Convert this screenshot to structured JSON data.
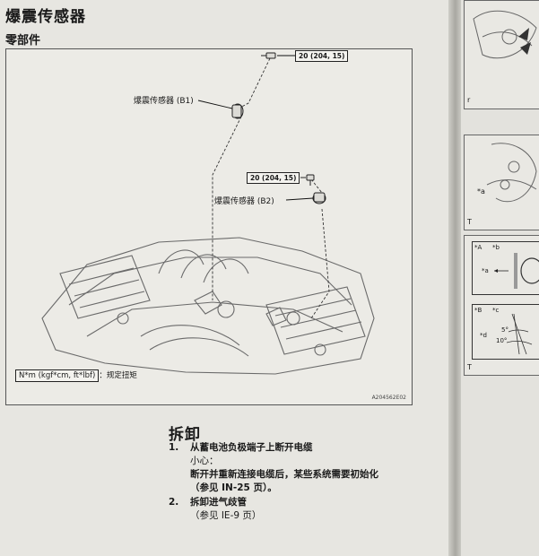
{
  "document": {
    "section_title": "爆震传感器",
    "subtitle": "零部件",
    "diagram": {
      "torque_tag_1": "20 (204, 15)",
      "torque_tag_2": "20 (204, 15)",
      "sensor_b1_label": "爆震传感器 (B1)",
      "sensor_b2_label": "爆震传感器 (B2)",
      "legend_unit": "N*m (kgf*cm, ft*lbf)",
      "legend_text": "：规定扭矩",
      "diagram_id": "A204562E02"
    },
    "procedure": {
      "title": "拆卸",
      "steps": [
        {
          "number": "1.",
          "heading": "从蓄电池负极端子上断开电缆",
          "caution_label": "小心：",
          "caution_text": "断开并重新连接电缆后，某些系统需要初始化",
          "reference": "（参见 IN-25 页）。"
        },
        {
          "number": "2.",
          "heading": "拆卸进气歧管",
          "reference": "（参见 IE-9 页）"
        }
      ]
    }
  },
  "right_page": {
    "top_corner": "r",
    "panel2_label": "*a",
    "panel2_corner": "T",
    "box_a_labels": [
      "*A",
      "*b",
      "*a"
    ],
    "box_b_labels": [
      "*B",
      "*c",
      "*d"
    ],
    "angle_small": "5°",
    "angle_large": "10°",
    "bottom_corner": "T"
  }
}
